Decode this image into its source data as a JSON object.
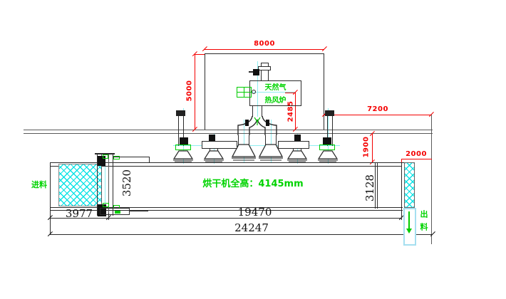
{
  "drawing_type": "equipment-elevation-cad-drawing",
  "labels": {
    "furnace_gas": "天然气",
    "furnace_stove": "热风炉",
    "dryer_height": "烘干机全高：4145mm",
    "feed_in": "进料",
    "feed_out": "出料"
  },
  "dims": {
    "platform_width": "8000",
    "platform_height": "5000",
    "furnace_drop": "2485",
    "right_span": "7200",
    "hood_clearance": "1900",
    "outfeed_width": "2000",
    "elevator_height": "3520",
    "body_height": "3128",
    "infeed_length": "3977",
    "dryer_length": "19470",
    "total_length": "24247"
  },
  "colors": {
    "dimension_red": "#f40000",
    "label_green": "#00d300",
    "hatch_cyan": "#00e1e4",
    "centerline_cyan": "#8eeef0",
    "chute_blue": "#a5dff0",
    "outline_dark": "#2b2b2b",
    "roof_gray": "#5a5a5a"
  }
}
